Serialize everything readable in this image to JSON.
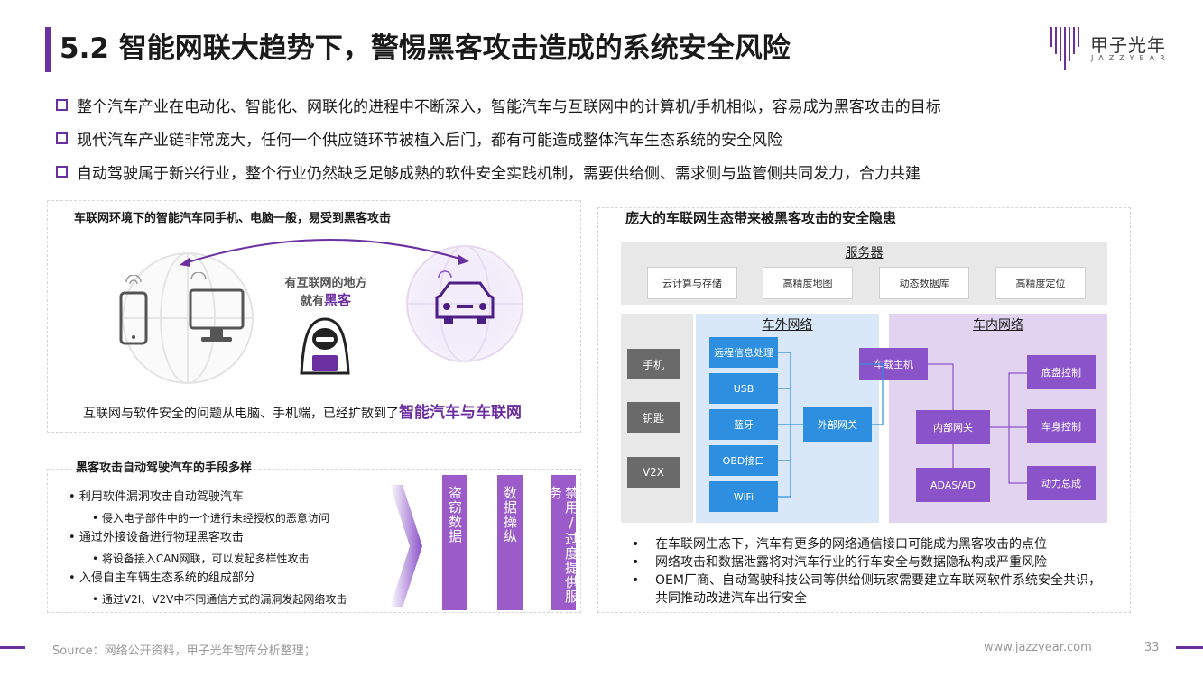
{
  "header": {
    "title": "5.2 智能网联大趋势下，警惕黑客攻击造成的系统安全风险",
    "logo_cn": "甲子光年",
    "logo_en": "JAZZYEAR"
  },
  "bullets": [
    "整个汽车产业在电动化、智能化、网联化的进程中不断深入，智能汽车与互联网中的计算机/手机相似，容易成为黑客攻击的目标",
    "现代汽车产业链非常庞大，任何一个供应链环节被植入后门，都有可能造成整体汽车生态系统的安全风险",
    "自动驾驶属于新兴行业，整个行业仍然缺乏足够成熟的软件安全实践机制，需要供给侧、需求侧与监管侧共同发力，合力共建"
  ],
  "panel_left_top": {
    "title": "车联网环境下的智能汽车同手机、电脑一般，易受到黑客攻击",
    "center_line1": "有互联网的地方",
    "center_line2_prefix": "就有",
    "center_line2_highlight": "黑客",
    "caption_prefix": "互联网与软件安全的问题从电脑、手机端，已经扩散到了",
    "caption_highlight": "智能汽车与车联网"
  },
  "panel_left_bottom": {
    "title": "黑客攻击自动驾驶汽车的手段多样",
    "items": [
      {
        "main": "利用软件漏洞攻击自动驾驶汽车",
        "sub": "侵入电子部件中的一个进行未经授权的恶意访问"
      },
      {
        "main": "通过外接设备进行物理黑客攻击",
        "sub": "将设备接入CAN网联，可以发起多样性攻击"
      },
      {
        "main": "入侵自主车辆生态系统的组成部分",
        "sub": "通过V2I、V2V中不同通信方式的漏洞发起网络攻击"
      }
    ],
    "columns": [
      "盗窃数据",
      "数据操纵",
      "禁用/过度提供服务"
    ]
  },
  "panel_right": {
    "title": "庞大的车联网生态带来被黑客攻击的安全隐患",
    "server_label": "服务器",
    "server_items": [
      "云计算与存储",
      "高精度地图",
      "动态数据库",
      "高精度定位"
    ],
    "devices": [
      "手机",
      "钥匙",
      "V2X"
    ],
    "external_label": "车外网络",
    "external_items": [
      "远程信息处理",
      "USB",
      "蓝牙",
      "OBD接口",
      "WiFi"
    ],
    "external_gateway": "外部网关",
    "internal_label": "车内网络",
    "head_unit": "车载主机",
    "internal_gateway": "内部网关",
    "adas": "ADAS/AD",
    "controls": [
      "底盘控制",
      "车身控制",
      "动力总成"
    ],
    "notes": [
      "在车联网生态下，汽车有更多的网络通信接口可能成为黑客攻击的点位",
      "网络攻击和数据泄露将对汽车行业的行车安全与数据隐私构成严重风险",
      "OEM厂商、自动驾驶科技公司等供给侧玩家需要建立车联网软件系统安全共识，共同推动改进汽车出行安全"
    ]
  },
  "footer": {
    "source": "Source：网络公开资料，甲子光年智库分析整理；",
    "url": "www.jazzyear.com",
    "page": "33"
  },
  "colors": {
    "accent": "#6b2fa0",
    "blue": "#2e8fe0",
    "purple_node": "#8a53c9",
    "column": "#9b5cc9"
  }
}
